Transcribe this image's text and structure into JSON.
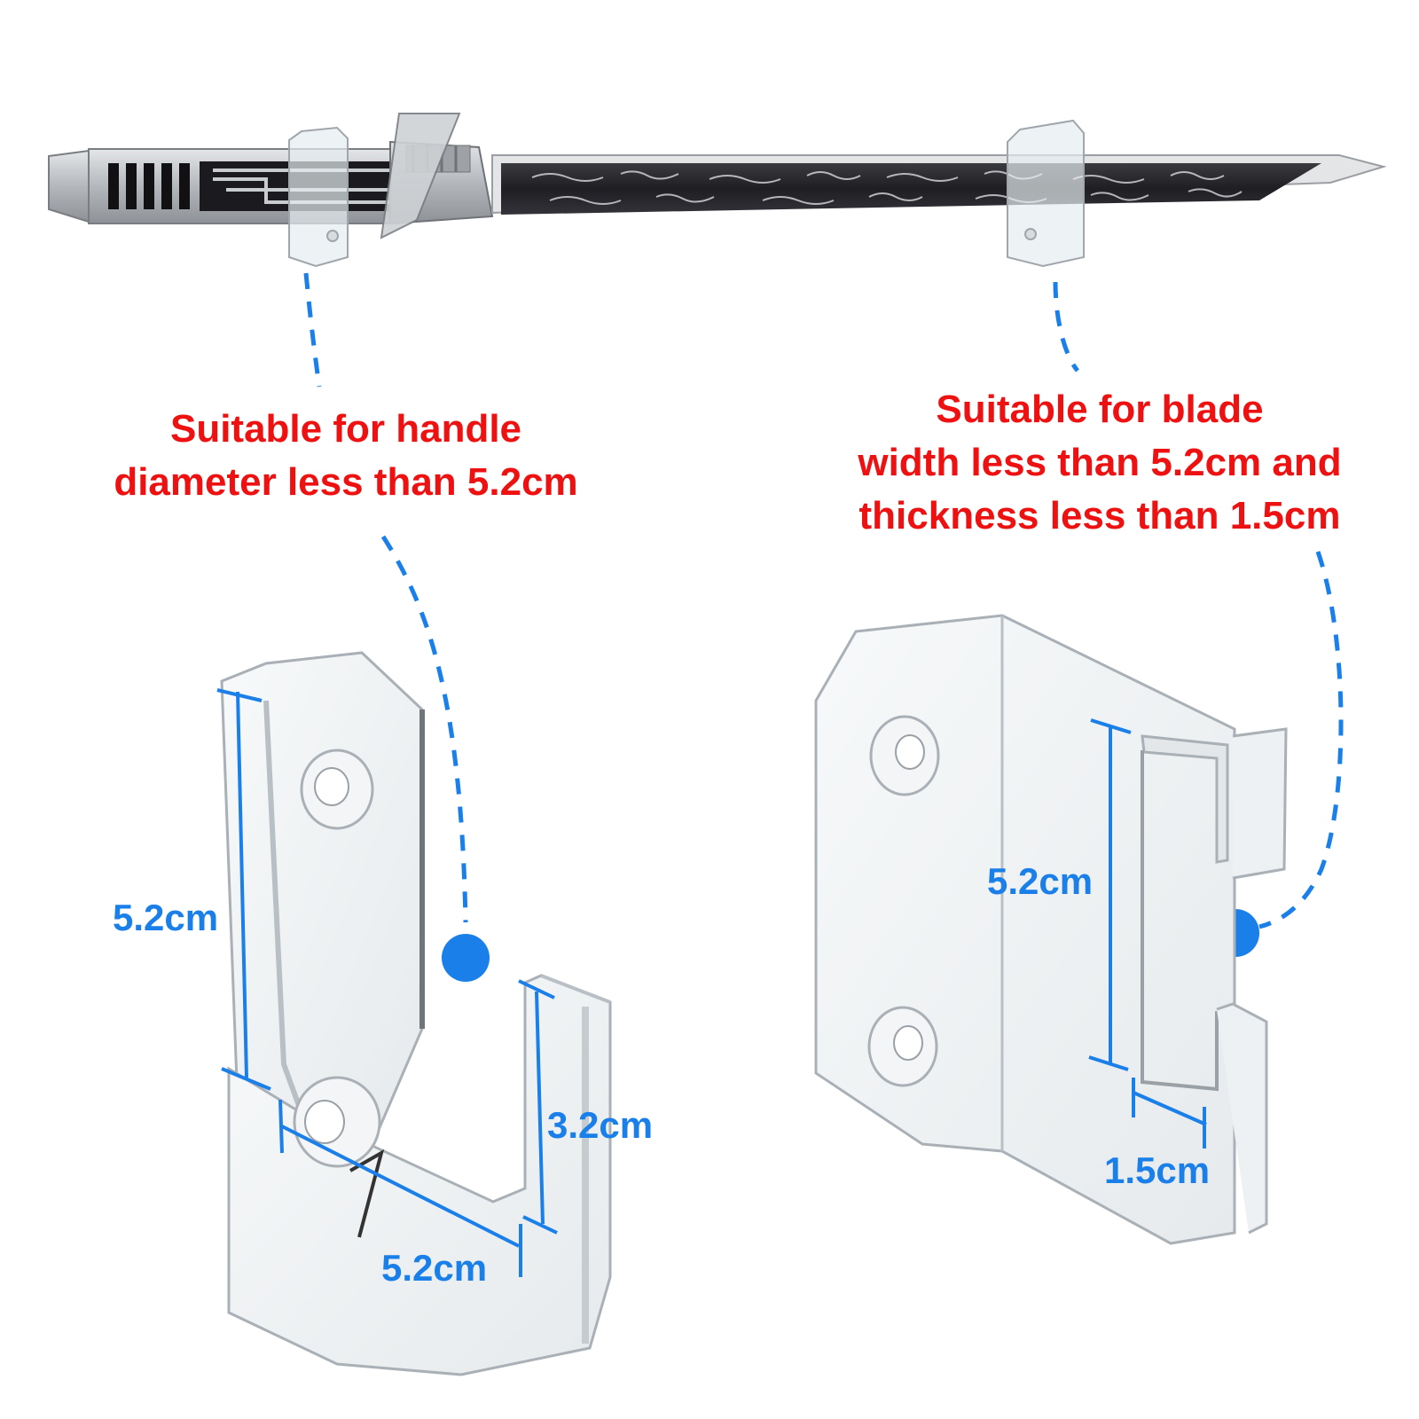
{
  "captions": {
    "handle": [
      "Suitable for handle",
      "diameter less than 5.2cm"
    ],
    "blade": [
      "Suitable for blade",
      "width less than 5.2cm and",
      "thickness less than 1.5cm"
    ]
  },
  "dimensions": {
    "handle_height": "5.2cm",
    "handle_depth": "3.2cm",
    "handle_width": "5.2cm",
    "blade_slot_height": "5.2cm",
    "blade_slot_width": "1.5cm"
  },
  "colors": {
    "caption": "#ee1111",
    "dimension": "#1a7fe8",
    "acrylic_edge": "#a9b0b6",
    "blade_dark": "#2a2a2e",
    "hilt_silver": "#b9bcc0"
  }
}
